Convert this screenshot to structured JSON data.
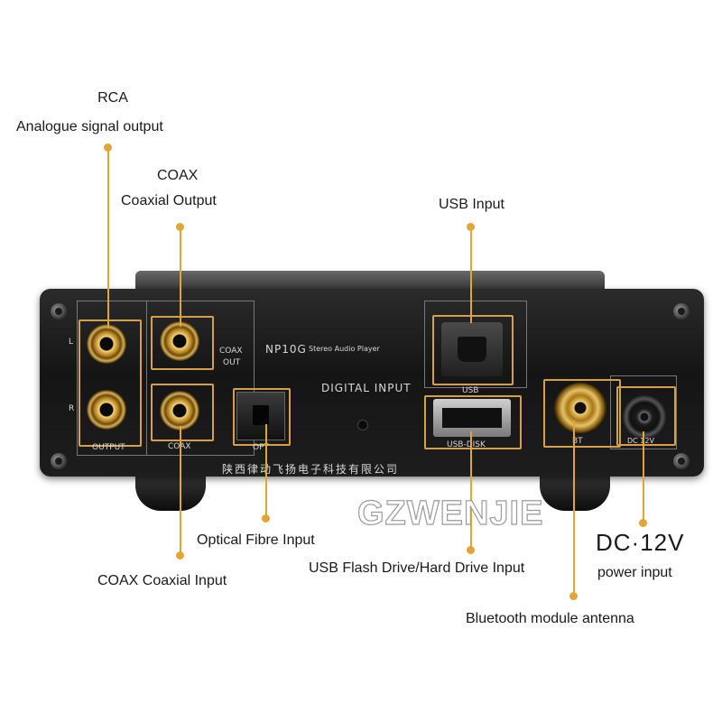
{
  "callouts": {
    "rca_title": "RCA",
    "rca_desc": "Analogue signal output",
    "coax_out_title": "COAX",
    "coax_out_desc": "Coaxial Output",
    "usb_input": "USB Input",
    "optical_input": "Optical Fibre Input",
    "coax_input": "COAX Coaxial Input",
    "usb_flash": "USB Flash Drive/Hard Drive Input",
    "dc_title": "DC·12V",
    "dc_desc": "power input",
    "bluetooth": "Bluetooth module antenna"
  },
  "panel_text": {
    "left": "L",
    "right": "R",
    "output": "OUTPUT",
    "coax": "COAX",
    "coax_out_1": "COAX",
    "coax_out_2": "OUT",
    "model": "NP10G",
    "model_sub": "Stereo Audio Player",
    "digital_input": "DIGITAL INPUT",
    "opt": "OPT",
    "usb": "USB",
    "usb_disk": "USB-DISK",
    "bt": "BT",
    "dc12v": "DC 12V",
    "company": "陕西律动飞扬电子科技有限公司"
  },
  "watermark": "GZWENJIE",
  "colors": {
    "leader": "#e2a534",
    "highlight_box": "#d6a04a",
    "chassis": "#1c1c1c"
  }
}
